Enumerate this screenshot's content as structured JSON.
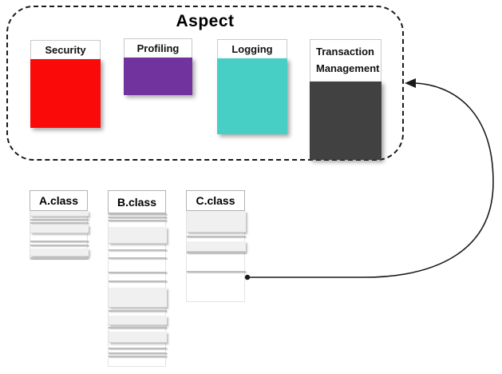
{
  "aspect": {
    "title": "Aspect",
    "items": [
      {
        "id": "security",
        "label": "Security",
        "color": "#fb0a0a"
      },
      {
        "id": "profiling",
        "label": "Profiling",
        "color": "#71349e"
      },
      {
        "id": "logging",
        "label": "Logging",
        "color": "#47cec5"
      },
      {
        "id": "transaction-management",
        "label": "Transaction Management",
        "color": "#414141"
      }
    ]
  },
  "classes": [
    {
      "label": "A.class",
      "stripes": [
        {
          "t": "bar",
          "h": 6
        },
        {
          "t": "gap",
          "h": 3
        },
        {
          "t": "line"
        },
        {
          "t": "gap",
          "h": 2
        },
        {
          "t": "line"
        },
        {
          "t": "gap",
          "h": 1
        },
        {
          "t": "bar",
          "h": 10
        },
        {
          "t": "gap",
          "h": 9
        },
        {
          "t": "line"
        },
        {
          "t": "gap",
          "h": 3
        },
        {
          "t": "line"
        },
        {
          "t": "gap",
          "h": 3
        },
        {
          "t": "bar",
          "h": 9
        },
        {
          "t": "gap",
          "h": 1
        },
        {
          "t": "line"
        }
      ]
    },
    {
      "label": "B.class",
      "stripes": [
        {
          "t": "line"
        },
        {
          "t": "gap",
          "h": 2
        },
        {
          "t": "line"
        },
        {
          "t": "gap",
          "h": 2
        },
        {
          "t": "line"
        },
        {
          "t": "gap",
          "h": 7
        },
        {
          "t": "bar",
          "h": 20
        },
        {
          "t": "gap",
          "h": 7
        },
        {
          "t": "line"
        },
        {
          "t": "gap",
          "h": 8
        },
        {
          "t": "line"
        },
        {
          "t": "gap",
          "h": 16
        },
        {
          "t": "line"
        },
        {
          "t": "gap",
          "h": 9
        },
        {
          "t": "line"
        },
        {
          "t": "gap",
          "h": 7
        },
        {
          "t": "bar",
          "h": 24
        },
        {
          "t": "gap",
          "h": 3
        },
        {
          "t": "line"
        },
        {
          "t": "gap",
          "h": 5
        },
        {
          "t": "bar",
          "h": 11
        },
        {
          "t": "gap",
          "h": 2
        },
        {
          "t": "line"
        },
        {
          "t": "gap",
          "h": 4
        },
        {
          "t": "bar",
          "h": 13
        },
        {
          "t": "gap",
          "h": 6
        },
        {
          "t": "line"
        },
        {
          "t": "gap",
          "h": 4
        },
        {
          "t": "line"
        },
        {
          "t": "gap",
          "h": 2
        },
        {
          "t": "line"
        }
      ]
    },
    {
      "label": "C.class",
      "stripes": [
        {
          "t": "bar",
          "h": 26
        },
        {
          "t": "gap",
          "h": 4
        },
        {
          "t": "line"
        },
        {
          "t": "gap",
          "h": 5
        },
        {
          "t": "bar",
          "h": 12
        },
        {
          "t": "line"
        },
        {
          "t": "gap",
          "h": 22
        },
        {
          "t": "line"
        }
      ]
    }
  ],
  "connector": {
    "from": "C.class",
    "to": "Aspect",
    "stroke": "#1a1a1a"
  }
}
